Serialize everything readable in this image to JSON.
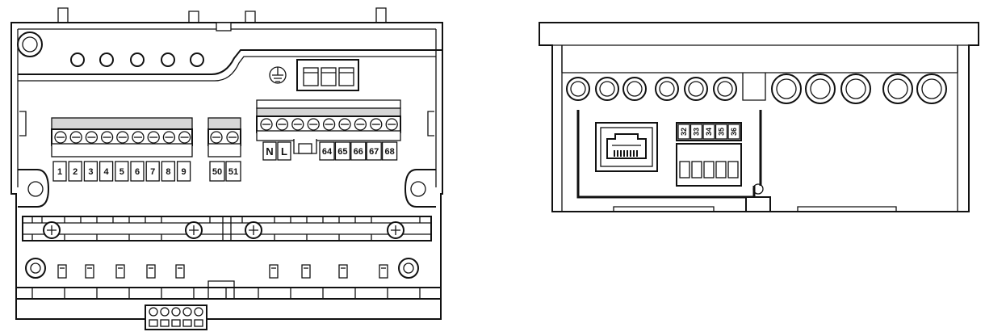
{
  "front_view": {
    "terminal_labels_left": [
      "1",
      "2",
      "3",
      "4",
      "5",
      "6",
      "7",
      "8",
      "9"
    ],
    "terminal_labels_middle": [
      "50",
      "51"
    ],
    "power_labels": [
      "N",
      "L"
    ],
    "terminal_labels_right": [
      "64",
      "65",
      "66",
      "67",
      "68"
    ],
    "ground_symbol": "protective-earth-icon"
  },
  "side_view": {
    "connector_pins": [
      "32",
      "33",
      "34",
      "35",
      "36"
    ],
    "port_icon": "rj45-ethernet-port-icon"
  }
}
